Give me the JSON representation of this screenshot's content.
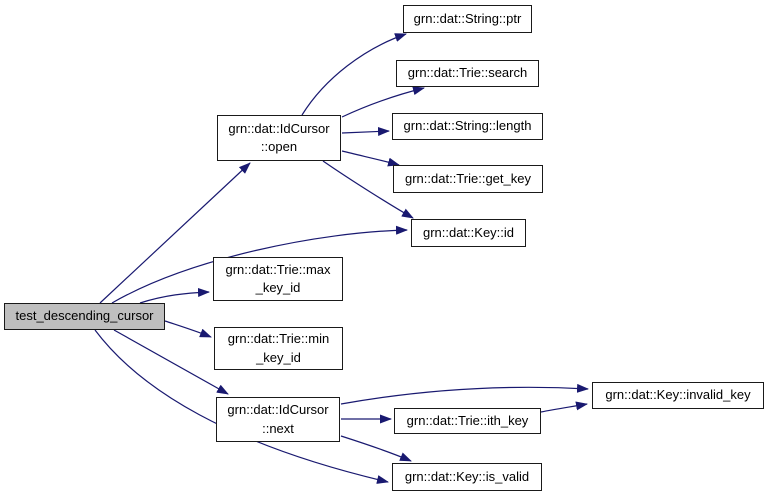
{
  "colors": {
    "background": "#ffffff",
    "edge": "#191970",
    "node_border": "#1a1a1a",
    "node_fill": "#ffffff",
    "root_fill": "#bfbfbf",
    "text": "#000000"
  },
  "graph": {
    "type": "call-graph",
    "nodes": {
      "root": {
        "label": "test_descending_cursor"
      },
      "open": {
        "label": "grn::dat::IdCursor\n::open"
      },
      "ptr": {
        "label": "grn::dat::String::ptr"
      },
      "search": {
        "label": "grn::dat::Trie::search"
      },
      "length": {
        "label": "grn::dat::String::length"
      },
      "get_key": {
        "label": "grn::dat::Trie::get_key"
      },
      "id": {
        "label": "grn::dat::Key::id"
      },
      "max_key_id": {
        "label": "grn::dat::Trie::max\n_key_id"
      },
      "min_key_id": {
        "label": "grn::dat::Trie::min\n_key_id"
      },
      "next": {
        "label": "grn::dat::IdCursor\n::next"
      },
      "invalid_key": {
        "label": "grn::dat::Key::invalid_key"
      },
      "ith_key": {
        "label": "grn::dat::Trie::ith_key"
      },
      "is_valid": {
        "label": "grn::dat::Key::is_valid"
      }
    },
    "edges": [
      {
        "from": "root",
        "to": "open"
      },
      {
        "from": "root",
        "to": "id"
      },
      {
        "from": "root",
        "to": "max_key_id"
      },
      {
        "from": "root",
        "to": "min_key_id"
      },
      {
        "from": "root",
        "to": "next"
      },
      {
        "from": "root",
        "to": "is_valid"
      },
      {
        "from": "open",
        "to": "ptr"
      },
      {
        "from": "open",
        "to": "search"
      },
      {
        "from": "open",
        "to": "length"
      },
      {
        "from": "open",
        "to": "get_key"
      },
      {
        "from": "open",
        "to": "id"
      },
      {
        "from": "next",
        "to": "invalid_key"
      },
      {
        "from": "next",
        "to": "ith_key"
      },
      {
        "from": "next",
        "to": "is_valid"
      },
      {
        "from": "ith_key",
        "to": "invalid_key"
      }
    ]
  }
}
